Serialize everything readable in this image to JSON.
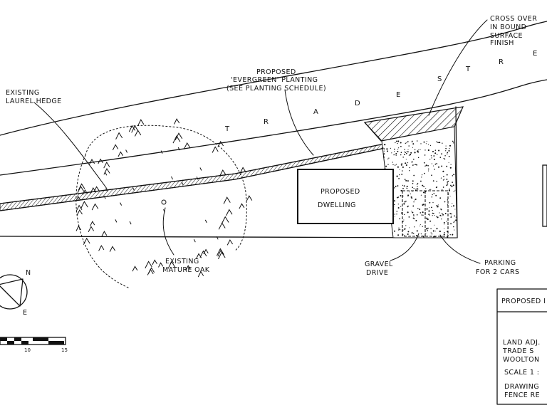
{
  "labels": {
    "existing_hedge": [
      "EXISTING",
      "LAUREL HEDGE"
    ],
    "proposed_planting": [
      "PROPOSED",
      "'EVERGREEN' PLANTING",
      "(SEE PLANTING SCHEDULE)"
    ],
    "cross_over": [
      "CROSS OVER",
      "IN BOUND",
      "SURFACE",
      "FINISH"
    ],
    "dwelling": [
      "PROPOSED",
      "DWELLING"
    ],
    "oak": [
      "EXISTING",
      "MATURE OAK"
    ],
    "gravel": [
      "GRAVEL",
      "DRIVE"
    ],
    "parking": [
      "PARKING",
      "FOR 2 CARS"
    ],
    "compass_n": "N",
    "compass_e": "E",
    "scale_10": "10",
    "scale_15": "15"
  },
  "street_letters": [
    "T",
    "R",
    "A",
    "D",
    "E",
    "S",
    "T",
    "R",
    "E"
  ],
  "title_block": {
    "title": "PROPOSED I",
    "address": [
      "LAND ADJ.",
      "TRADE S",
      "WOOLTON"
    ],
    "scale": "SCALE 1 :",
    "drawing": [
      "DRAWING",
      "FENCE RE"
    ]
  }
}
